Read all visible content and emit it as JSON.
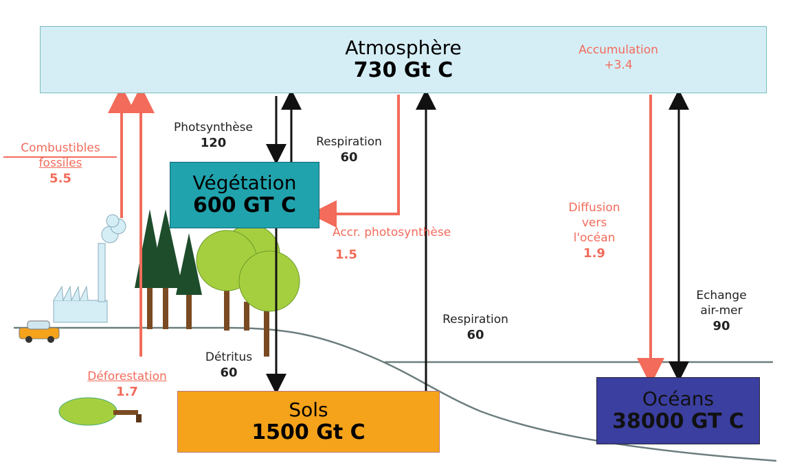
{
  "colors": {
    "atmosphere_fill": "#d5eef6",
    "vegetation_fill": "#20a3ad",
    "sols_fill": "#f5a31b",
    "oceans_fill": "#3b3fa0",
    "red_flux": "#f26b5b",
    "black_flux": "#111111",
    "tree_dark": "#1e4d2b",
    "tree_light": "#a6cf3f"
  },
  "nodes": {
    "atmosphere": {
      "name": "Atmosphère",
      "value": "730 Gt C"
    },
    "vegetation": {
      "name": "Végétation",
      "value": "600 GT C"
    },
    "sols": {
      "name": "Sols",
      "value": "1500 Gt C"
    },
    "oceans": {
      "name": "Océans",
      "value": "38000 GT C"
    }
  },
  "fluxes": {
    "photosynthese": {
      "label": "Photsynthèse",
      "value": "120"
    },
    "respiration_veg": {
      "label": "Respiration",
      "value": "60"
    },
    "combustibles": {
      "label_line1": "Combustibles",
      "label_line2": "fossiles",
      "value": "5.5"
    },
    "accumulation": {
      "label": "Accumulation",
      "value": "+3.4"
    },
    "accr_photo": {
      "label": "Accr. photosynthèse",
      "value": "1.5"
    },
    "diffusion": {
      "label_line1": "Diffusion",
      "label_line2": "vers",
      "label_line3": "l'océan",
      "value": "1.9"
    },
    "echange": {
      "label_line1": "Echange",
      "label_line2": "air-mer",
      "value": "90"
    },
    "respiration_sols": {
      "label": "Respiration",
      "value": "60"
    },
    "detritus": {
      "label": "Détritus",
      "value": "60"
    },
    "deforestation": {
      "label": "Déforestation",
      "value": "1.7"
    }
  }
}
